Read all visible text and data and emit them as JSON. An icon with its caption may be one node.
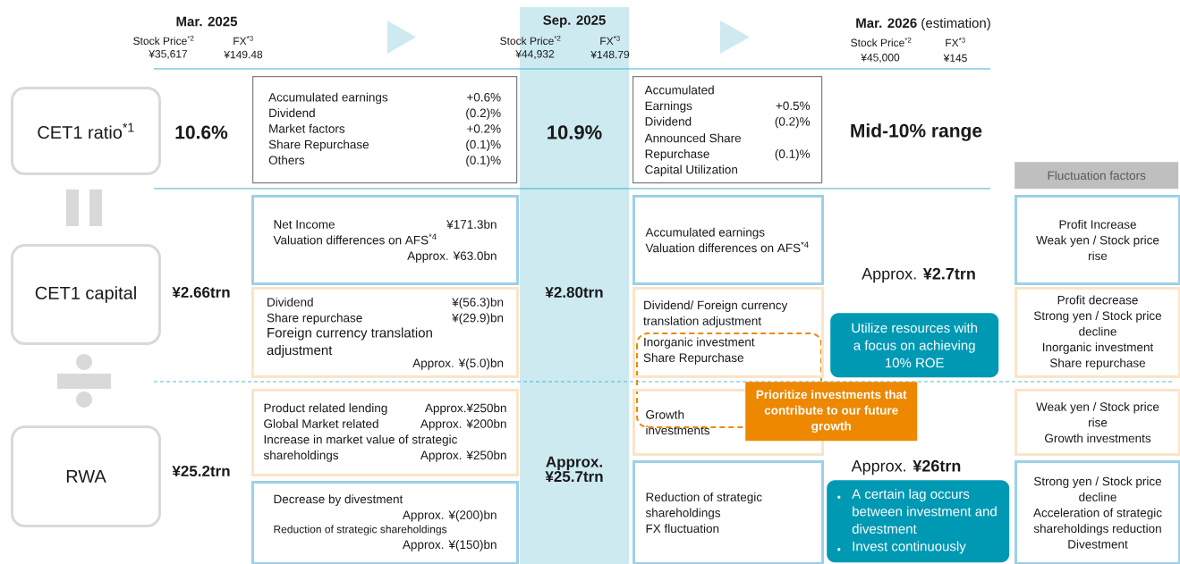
{
  "diagram": {
    "nodes": [
      {
        "text": [
          "CET1 ratio$^{*1}$"
        ]
      },
      {
        "text": [
          "Accumulated earnings",
          "+0.6%",
          "Dividend",
          "(0.2)%",
          "Market factors",
          "+0.2%",
          "Share Repurchase",
          "(0.1)%",
          "Others",
          "(0.1)%"
        ]
      },
      {
        "text": [
          "Accumulated Earnings",
          "+0.5%",
          "Dividend",
          "(0.2)%",
          "Announced Share Repurchase",
          "(0.1)%",
          "Capital Utilization"
        ]
      },
      {
        "text": [
          "CET1 capital"
        ]
      },
      {
        "text": [
          "Net Income",
          "¥171.3bn",
          "Valuation differences on AFS$^{*4}$",
          "Approx. ¥63.0bn"
        ]
      },
      {
        "text": [
          "Dividend",
          "¥(56.3)bn",
          "Share repurchase",
          "¥(29.9)bn",
          "Foreign currency translation adjustment",
          "Approx. ¥(5.0)bn"
        ]
      },
      {
        "text": [
          "Accumulated earnings",
          "Valuation differences on AFS$^{*4}$"
        ]
      },
      {
        "text": [
          "Dividend/ Foreign currency translation adjustment",
          "Inorganic investment",
          "Share Repurchase"
        ]
      },
      {
        "text": [
          "Utilize resources with a focus on achieving 10% ROE"
        ]
      },
      {
        "text": [
          "RWA"
        ]
      },
      {
        "text": [
          "Product related lending",
          "Approx.¥250bn",
          "Global Market related",
          "Approx. ¥200bn",
          "Increase in market value of strategic shareholdings",
          "Approx. ¥250bn"
        ]
      },
      {
        "text": [
          "Decrease by divestment",
          "Approx. ¥(200)bn",
          "Reduction of strategic shareholdings",
          "Approx. ¥(150)bn"
        ]
      },
      {
        "text": [
          "Growth investments"
        ]
      },
      {
        "text": [
          "Prioritize investments that contribute to our future growth"
        ]
      },
      {
        "text": [
          "Reduction of strategic shareholdings",
          "FX fluctuation"
        ]
      },
      {
        "text": [
          "A certain lag occurs between investment and divestment",
          "Invest continuously"
        ]
      },
      {
        "text": [
          "Fluctuation factors"
        ]
      },
      {
        "text": [
          "Profit Increase",
          "Weak yen / Stock price rise"
        ]
      },
      {
        "text": [
          "Profit decrease",
          "Strong yen / Stock price decline",
          "Inorganic investment",
          "Share repurchase"
        ]
      },
      {
        "text": [
          "Weak yen / Stock price rise",
          "Growth investments"
        ]
      },
      {
        "text": [
          "Strong yen / Stock price decline",
          "Acceleration of strategic shareholdings reduction",
          "Divestment"
        ]
      }
    ],
    "labels": [
      "Mar. 2025",
      "Stock Price$^{*2}$",
      "FX$^{*3}$",
      "¥35,617",
      "¥149.48",
      "Sep. 2025",
      "Stock Price$^{*2}$",
      "FX$^{*3}$",
      "¥44,932",
      "¥148.79",
      "**Mar. 2026** (estimation)",
      "Stock Price$^{*2}$",
      "FX$^{*3}$",
      "¥45,000",
      "¥145",
      "10.6%",
      "10.9%",
      "Mid-10% range",
      "¥2.66trn",
      "¥2.80trn",
      "Approx. **¥2.7trn**",
      "¥25.2trn",
      "Approx. ¥25.7trn",
      "Approx. **¥26trn**"
    ]
  }
}
